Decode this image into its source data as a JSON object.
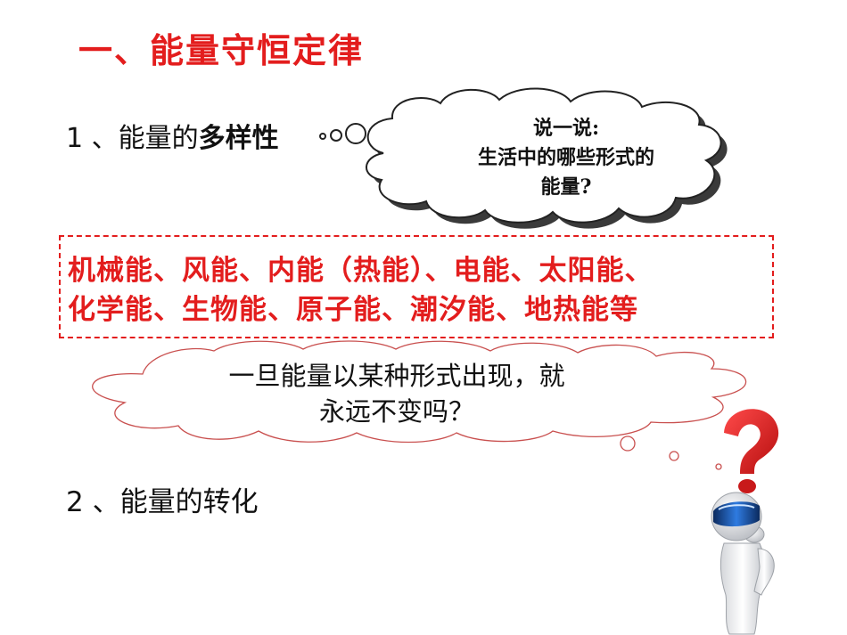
{
  "title": "一、能量守恒定律",
  "section1": {
    "number": "1 、",
    "prefix": "能量的",
    "bold": "多样性"
  },
  "thought_bubble": {
    "line1": "说一说:",
    "line2": "生活中的哪些形式的",
    "line3": "能量?"
  },
  "energy_box": {
    "line1": "机械能、风能、内能（热能）、电能、太阳能、",
    "line2": "化学能、生物能、原子能、潮汐能、地热能等"
  },
  "question_cloud": {
    "line1": "一旦能量以某种形式出现，就",
    "line2": "永远不变吗？"
  },
  "section2": {
    "label": "2 、能量的转化"
  },
  "colors": {
    "accent_red": "#e31d1d",
    "text": "#111111"
  }
}
